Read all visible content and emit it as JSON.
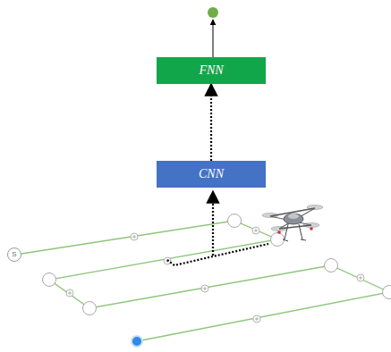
{
  "diagram": {
    "nodes": [
      {
        "text": [
          "FNN"
        ]
      },
      {
        "text": [
          "CNN"
        ]
      },
      {
        "text": [
          "S"
        ]
      }
    ],
    "edges": [
      {
        "from": 1,
        "to": 0,
        "arrow": "to"
      }
    ]
  }
}
